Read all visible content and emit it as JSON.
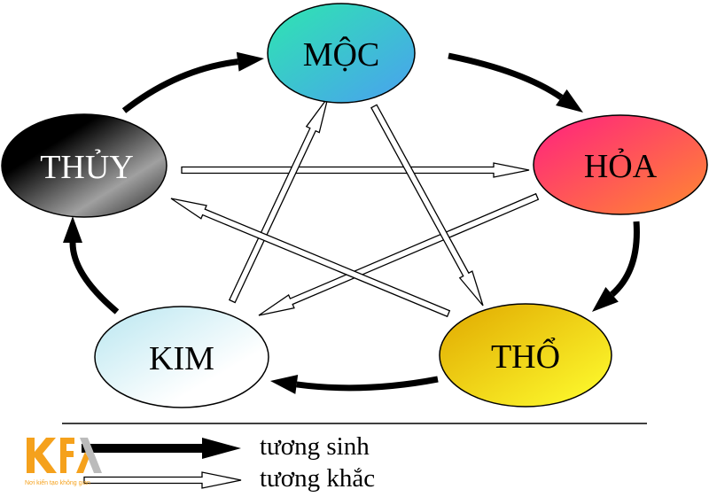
{
  "elements": {
    "moc": {
      "label": "MỘC",
      "color_a": "#2ee6b0",
      "color_b": "#4aa8ee"
    },
    "hoa": {
      "label": "HỎA",
      "color_a": "#ff2f7a",
      "color_b": "#ff7a3a"
    },
    "tho": {
      "label": "THỔ",
      "color_a": "#e8b000",
      "color_b": "#ffff20"
    },
    "kim": {
      "label": "KIM",
      "color_a": "#bfe8f2",
      "color_b": "#ffffff"
    },
    "thuy": {
      "label": "THỦY",
      "color_a": "#000000",
      "color_b": "#9a9a9a"
    }
  },
  "legend": {
    "generating": "tương sinh",
    "overcoming": "tương khắc"
  },
  "logo": {
    "text": "KFA",
    "tagline": "Nơi kiến tạo không gian",
    "color": "#f5a11c"
  }
}
